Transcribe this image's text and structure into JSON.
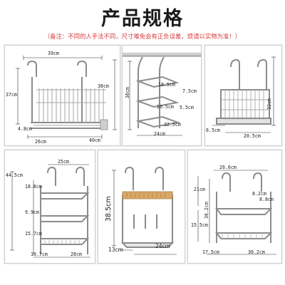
{
  "header": {
    "title": "产品规格",
    "note": "（备注：不同的人手法不同，尺寸难免会有正负误差，烦请以实物为准！）"
  },
  "panels": [
    {
      "name": "dish-rack",
      "dims": {
        "width_top": "39cm",
        "height_left": "37cm",
        "height_right": "38cm",
        "depth_small": "4.8cm",
        "base_width": "26cm",
        "total_width": "40cm"
      }
    },
    {
      "name": "lid-rack",
      "dims": {
        "height": "36cm",
        "gap_top": "18.5cm",
        "gap_right": "7.5cm",
        "gap_mid": "20.5cm",
        "gap_small": "5.5cm",
        "width_bottom": "22.5cm",
        "base": "24cm"
      }
    },
    {
      "name": "utensil-basket",
      "dims": {
        "height": "32cm",
        "depth": "6.5cm",
        "width": "20.5cm"
      }
    },
    {
      "name": "three-tier-shelf",
      "dims": {
        "width_top": "25cm",
        "height_total": "44.5cm",
        "tier1": "18.8cm",
        "tier2": "9.9cm",
        "tier3": "15.7cm",
        "depth": "10.7cm",
        "width_bottom": "28cm"
      }
    },
    {
      "name": "knife-holder",
      "dims": {
        "height": "38.5cm",
        "depth": "13cm",
        "width": "24cm"
      }
    },
    {
      "name": "two-tier-shelf",
      "dims": {
        "width_top": "26.6cm",
        "height_upper": "21cm",
        "height_total": "36.2cm",
        "height_lower": "15.5cm",
        "gap_a": "8.2cm",
        "gap_b": "8.8cm",
        "depth": "17.5cm",
        "width_bottom": "30.2cm"
      }
    }
  ],
  "colors": {
    "title": "#1a1a1a",
    "note": "#d63b3b",
    "metal": "#9a9a9a",
    "wood": "#d9a868"
  }
}
